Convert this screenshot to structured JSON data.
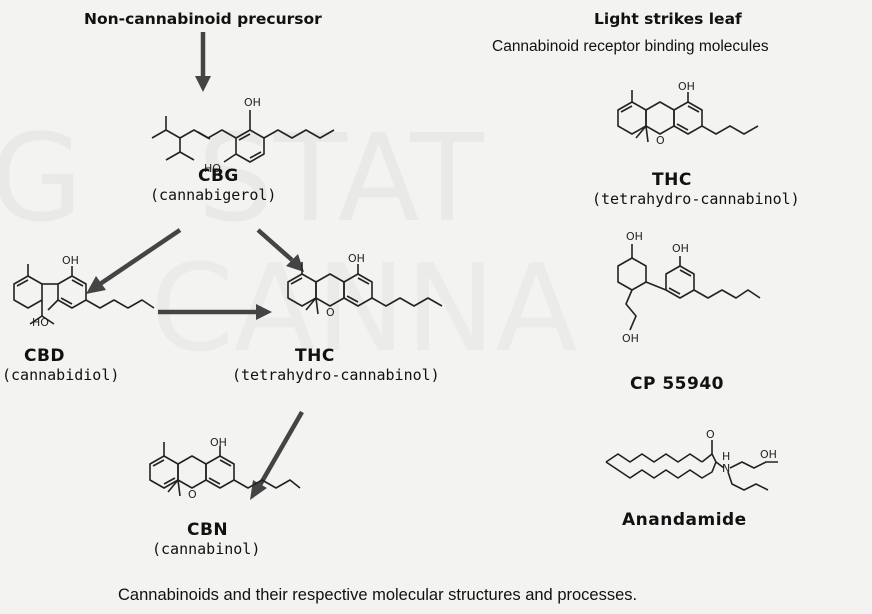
{
  "headers": {
    "precursor": "Non-cannabinoid precursor",
    "light": "Light strikes leaf",
    "receptor": "Cannabinoid receptor binding molecules"
  },
  "compounds": {
    "cbg": {
      "abbr": "CBG",
      "full": "(cannabigerol)"
    },
    "cbd": {
      "abbr": "CBD",
      "full": "(cannabidiol)"
    },
    "thc_main": {
      "abbr": "THC",
      "full": "(tetrahydro-cannabinol)"
    },
    "cbn": {
      "abbr": "CBN",
      "full": "(cannabinol)"
    },
    "thc_right": {
      "abbr": "THC",
      "full": "(tetrahydro-cannabinol)"
    },
    "cp": {
      "abbr": "CP 55940"
    },
    "anandamide": {
      "abbr": "Anandamide"
    }
  },
  "atoms": {
    "oh": "OH",
    "ho": "HO",
    "o": "O",
    "n": "N",
    "h": "H"
  },
  "caption": "Cannabinoids and their respective molecular structures and processes."
}
